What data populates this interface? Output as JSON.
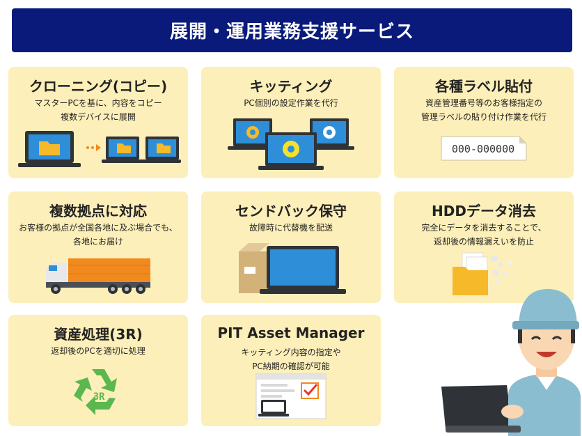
{
  "banner": {
    "title": "展開・運用業務支援サービス"
  },
  "cards": [
    {
      "title": "クローニング(コピー)",
      "desc": [
        "マスターPCを基に、内容をコピー",
        "複数デバイスに展開"
      ]
    },
    {
      "title": "キッティング",
      "desc": [
        "PC個別の設定作業を代行"
      ]
    },
    {
      "title": "各種ラベル貼付",
      "desc": [
        "資産管理番号等のお客様指定の",
        "管理ラベルの貼り付け作業を代行"
      ],
      "label_text": "000-000000"
    },
    {
      "title": "複数拠点に対応",
      "desc": [
        "お客様の拠点が全国各地に及ぶ場合でも、",
        "各地にお届け"
      ]
    },
    {
      "title": "センドバック保守",
      "desc": [
        "故障時に代替機を配送"
      ]
    },
    {
      "title": "HDDデータ消去",
      "desc": [
        "完全にデータを消去することで、",
        "返却後の情報漏えいを防止"
      ]
    },
    {
      "title": "資産処理(3R)",
      "desc": [
        "返却後のPCを適切に処理"
      ],
      "recycle_text": "3R"
    },
    {
      "title": "PIT Asset Manager",
      "desc": [
        "キッティング内容の指定や",
        "PC納期の確認が可能"
      ]
    }
  ],
  "colors": {
    "banner": "#0a1a7a",
    "card": "#fcefb9",
    "screen": "#2e8fd8",
    "laptop": "#2f3338",
    "folder": "#f6b92a",
    "truck": "#f08a1e",
    "recycle": "#5bb84e"
  },
  "icons": {
    "card1": "laptop-folder-copy-icon",
    "card2": "kitting-laptops-gear-icon",
    "card3": "asset-label-icon",
    "card4": "delivery-truck-icon",
    "card5": "sendback-laptop-box-icon",
    "card6": "data-erase-folder-icon",
    "card7": "recycle-3r-icon",
    "card8": "asset-manager-window-icon",
    "mascot": "technician-mascot-icon"
  }
}
